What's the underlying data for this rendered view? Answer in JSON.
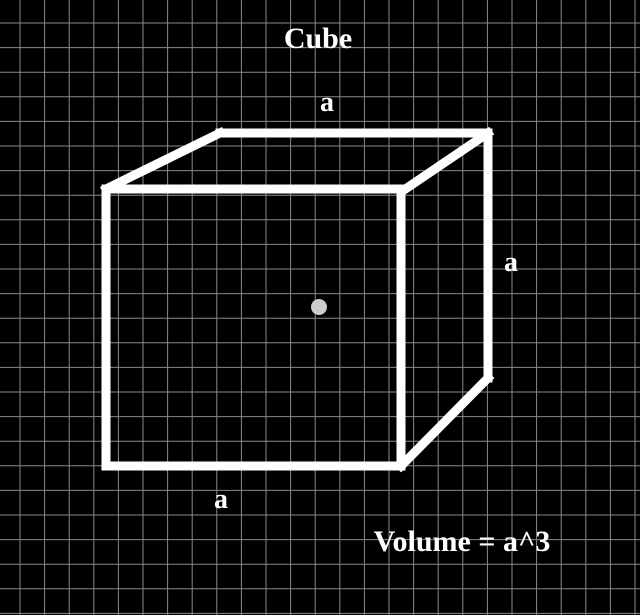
{
  "title": "Cube",
  "edge_labels": {
    "top": "a",
    "right": "a",
    "bottom": "a"
  },
  "formula": "Volume = a^3",
  "colors": {
    "background": "#000000",
    "grid": "#8a8a8a",
    "edges": "#ffffff",
    "center_point": "#cccccc"
  }
}
